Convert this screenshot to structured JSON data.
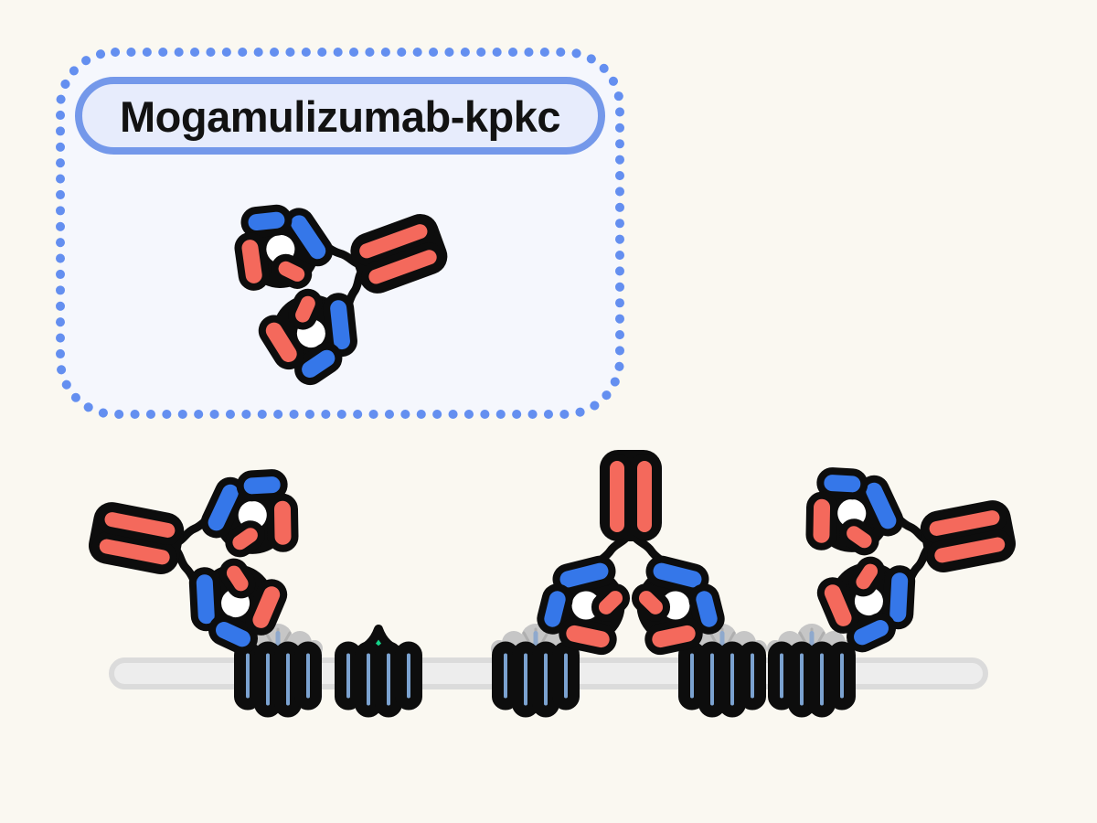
{
  "legend": {
    "drug_name": "Mogamulizumab-kpkc"
  },
  "colors": {
    "background": "#FAF8F1",
    "legend_bg": "#F5F7FD",
    "legend_dot": "#648FF0",
    "label_fill": "#E7ECFC",
    "label_border": "#7498EA",
    "label_text": "#121212",
    "ink": "#0D0D0D",
    "antibody_red": "#F4695C",
    "antibody_blue": "#3577E9",
    "receptor_blue": "#7BA2D0",
    "crown_gray": "#C6C6C6",
    "crown_ray_gray": "#AFAFAF",
    "stem_blue": "#8FA9CD",
    "ligand_green": "#14D389",
    "membrane_fill": "#EDEDED",
    "membrane_border": "#DBDBDB"
  },
  "scene": {
    "membrane_name": "cell-membrane",
    "receptors": [
      {
        "state": "unbound"
      },
      {
        "state": "ligand-bound"
      },
      {
        "state": "unbound"
      },
      {
        "state": "unbound"
      },
      {
        "state": "unbound"
      }
    ],
    "antibodies": [
      {
        "location": "legend"
      },
      {
        "location": "left"
      },
      {
        "location": "middle"
      },
      {
        "location": "right"
      }
    ]
  }
}
